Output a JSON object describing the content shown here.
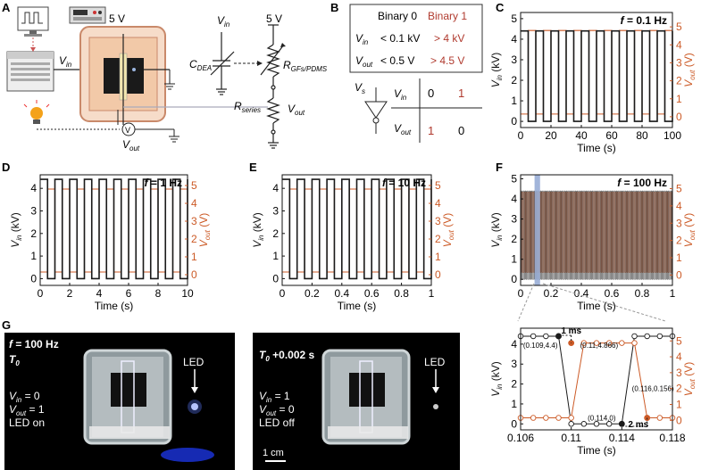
{
  "colors": {
    "vin": "#1a1a1a",
    "vout": "#cc5a26",
    "highlight": "#9fb3d8",
    "photo_bg": "#000000"
  },
  "panel_A": {
    "letter": "A",
    "five_v": "5 V",
    "vin": "V",
    "vin_sub": "in",
    "cdea": "C",
    "cdea_sub": "DEA",
    "vin_top": "V",
    "vin_top_sub": "in",
    "five_v_right": "5 V",
    "rgf": "R",
    "rgf_sub": "GFs/PDMS",
    "rseries": "R",
    "rseries_sub": "series",
    "vout": "V",
    "vout_sub": "out",
    "vout_right": "V",
    "vout_right_sub": "out",
    "meter_symbol": "V"
  },
  "panel_B": {
    "letter": "B",
    "header_0": "Binary 0",
    "header_1": "Binary 1",
    "row1_label": "V",
    "row1_sub": "in",
    "row1_b0": "< 0.1 kV",
    "row1_b1": "> 4 kV",
    "row2_label": "V",
    "row2_sub": "out",
    "row2_b0": "< 0.5 V",
    "row2_b1": "> 4.5 V",
    "vs": "V",
    "vs_sub": "s",
    "truth_vin": "V",
    "truth_vin_sub": "in",
    "truth_vout": "V",
    "truth_vout_sub": "out",
    "t_vin_0": "0",
    "t_vin_1": "1",
    "t_vout_0": "1",
    "t_vout_1": "0"
  },
  "chart_data": [
    {
      "panel": "C",
      "type": "line",
      "title": "f = 0.1 Hz",
      "xlabel": "Time (s)",
      "ylabel_left": "V_in (kV)",
      "ylabel_right": "V_out (V)",
      "xlim": [
        0,
        100
      ],
      "xticks": [
        "0",
        "20",
        "40",
        "60",
        "80",
        "100"
      ],
      "yticks_left": [
        "0",
        "1",
        "2",
        "3",
        "4",
        "5"
      ],
      "yticks_right": [
        "0",
        "1",
        "2",
        "3",
        "4",
        "5"
      ],
      "vin_high_kV": 4.4,
      "vin_low_kV": 0.0,
      "vout_high_V": 4.8,
      "vout_low_V": 0.15,
      "frequency_hz": 0.1
    },
    {
      "panel": "D",
      "type": "line",
      "title": "f = 1 Hz",
      "xlabel": "Time (s)",
      "ylabel_left": "V_in (kV)",
      "ylabel_right": "V_out (V)",
      "xlim": [
        0,
        10
      ],
      "xticks": [
        "0",
        "2",
        "4",
        "6",
        "8",
        "10"
      ],
      "yticks_left": [
        "0",
        "1",
        "2",
        "3",
        "4"
      ],
      "yticks_right": [
        "0",
        "1",
        "2",
        "3",
        "4",
        "5"
      ],
      "vin_high_kV": 4.4,
      "vin_low_kV": 0.0,
      "vout_high_V": 4.8,
      "vout_low_V": 0.15,
      "frequency_hz": 1
    },
    {
      "panel": "E",
      "type": "line",
      "title": "f = 10 Hz",
      "xlabel": "Time (s)",
      "ylabel_left": "V_in (kV)",
      "ylabel_right": "V_out (V)",
      "xlim": [
        0,
        1
      ],
      "xticks": [
        "0",
        "0.2",
        "0.4",
        "0.6",
        "0.8",
        "1"
      ],
      "yticks_left": [
        "0",
        "1",
        "2",
        "3",
        "4"
      ],
      "yticks_right": [
        "0",
        "1",
        "2",
        "3",
        "4",
        "5"
      ],
      "vin_high_kV": 4.4,
      "vin_low_kV": 0.0,
      "vout_high_V": 4.8,
      "vout_low_V": 0.15,
      "frequency_hz": 10
    },
    {
      "panel": "F",
      "type": "line",
      "title": "f = 100 Hz",
      "xlabel": "Time (s)",
      "ylabel_left": "V_in (kV)",
      "ylabel_right": "V_out (V)",
      "xlim": [
        0,
        1
      ],
      "xticks": [
        "0",
        "0.2",
        "0.4",
        "0.6",
        "0.8",
        "1"
      ],
      "yticks_left": [
        "0",
        "1",
        "2",
        "3",
        "4",
        "5"
      ],
      "yticks_right": [
        "0",
        "1",
        "2",
        "3",
        "4",
        "5"
      ],
      "vin_high_kV": 4.4,
      "vin_low_kV": 0.0,
      "vout_high_V": 4.8,
      "vout_low_V": 0.15,
      "frequency_hz": 100,
      "highlight_x": 0.11
    },
    {
      "panel": "F-zoom",
      "type": "line",
      "xlabel": "Time (s)",
      "ylabel_left": "V_in (kV)",
      "ylabel_right": "V_out (V)",
      "xlim": [
        0.106,
        0.118
      ],
      "xticks": [
        "0.106",
        "0.11",
        "0.114",
        "0.118"
      ],
      "yticks_left": [
        "0",
        "1",
        "2",
        "3",
        "4"
      ],
      "yticks_right": [
        "0",
        "1",
        "2",
        "3",
        "4",
        "5"
      ],
      "series": [
        {
          "name": "V_in",
          "x": [
            0.106,
            0.107,
            0.108,
            0.109,
            0.11,
            0.111,
            0.112,
            0.113,
            0.114,
            0.115,
            0.116,
            0.117,
            0.118
          ],
          "y": [
            4.4,
            4.4,
            4.4,
            4.4,
            0.0,
            0.0,
            0.0,
            0.0,
            0.0,
            4.4,
            4.4,
            4.4,
            4.4
          ]
        },
        {
          "name": "V_out",
          "x": [
            0.106,
            0.107,
            0.108,
            0.109,
            0.11,
            0.111,
            0.112,
            0.113,
            0.114,
            0.115,
            0.116,
            0.117,
            0.118
          ],
          "y": [
            0.156,
            0.156,
            0.156,
            0.156,
            0.156,
            4.866,
            4.866,
            4.866,
            4.866,
            4.866,
            0.156,
            0.156,
            0.156
          ]
        }
      ],
      "annotations": [
        "(0.109,4.4)",
        "(0.11,4.866)",
        "(0.114,0)",
        "(0.116,0.156)"
      ],
      "interval_1": "1 ms",
      "interval_2": "2 ms"
    }
  ],
  "panel_G": {
    "letter": "G",
    "left": {
      "f_label": "f",
      "f_value": " = 100 Hz",
      "t": "T",
      "t_sub": "0",
      "t_suffix": "",
      "vin": "V",
      "vin_sub": "in",
      "vin_val": " = 0",
      "vout": "V",
      "vout_sub": "out",
      "vout_val": " = 1",
      "led_state": "LED on",
      "led_label": "LED"
    },
    "right": {
      "t": "T",
      "t_sub": "0",
      "t_suffix": " +0.002 s",
      "vin": "V",
      "vin_sub": "in",
      "vin_val": " = 1",
      "vout": "V",
      "vout_sub": "out",
      "vout_val": " = 0",
      "led_state": "LED off",
      "led_label": "LED"
    },
    "scale_bar": "1 cm"
  }
}
